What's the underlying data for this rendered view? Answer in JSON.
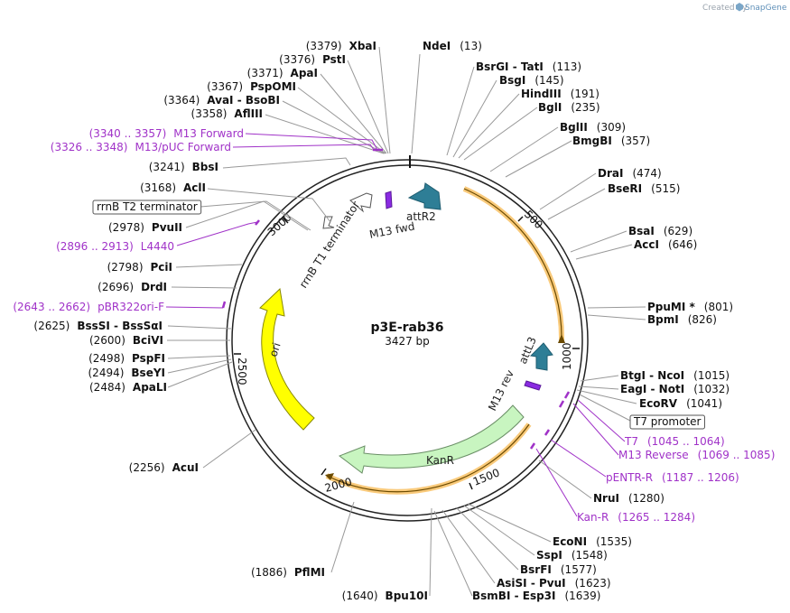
{
  "credit": {
    "prefix": "Created by",
    "brand": "SnapGene"
  },
  "plasmid": {
    "name": "p3E-rab36",
    "length_label": "3427 bp",
    "length": 3427
  },
  "ticks": [
    "500",
    "1000",
    "1500",
    "2000",
    "2500",
    "3000"
  ],
  "sites": [
    {
      "name": "XbaI",
      "pos": "(3379)"
    },
    {
      "name": "PstI",
      "pos": "(3376)"
    },
    {
      "name": "ApaI",
      "pos": "(3371)"
    },
    {
      "name": "PspOMI",
      "pos": "(3367)"
    },
    {
      "name": "AvaI - BsoBI",
      "pos": "(3364)"
    },
    {
      "name": "AflIII",
      "pos": "(3358)"
    },
    {
      "name": "BbsI",
      "pos": "(3241)"
    },
    {
      "name": "AclI",
      "pos": "(3168)"
    },
    {
      "name": "PvuII",
      "pos": "(2978)"
    },
    {
      "name": "PciI",
      "pos": "(2798)"
    },
    {
      "name": "DrdI",
      "pos": "(2696)"
    },
    {
      "name": "BssSI - BssSαI",
      "pos": "(2625)"
    },
    {
      "name": "BciVI",
      "pos": "(2600)"
    },
    {
      "name": "PspFI",
      "pos": "(2498)"
    },
    {
      "name": "BseYI",
      "pos": "(2494)"
    },
    {
      "name": "ApaLI",
      "pos": "(2484)"
    },
    {
      "name": "AcuI",
      "pos": "(2256)"
    },
    {
      "name": "PflMI",
      "pos": "(1886)"
    },
    {
      "name": "Bpu10I",
      "pos": "(1640)"
    },
    {
      "name": "NdeI",
      "pos": "(13)"
    },
    {
      "name": "BsrGI - TatI",
      "pos": "(113)"
    },
    {
      "name": "BsgI",
      "pos": "(145)"
    },
    {
      "name": "HindIII",
      "pos": "(191)"
    },
    {
      "name": "BglI",
      "pos": "(235)"
    },
    {
      "name": "BglII",
      "pos": "(309)"
    },
    {
      "name": "BmgBI",
      "pos": "(357)"
    },
    {
      "name": "DraI",
      "pos": "(474)"
    },
    {
      "name": "BseRI",
      "pos": "(515)"
    },
    {
      "name": "BsaI",
      "pos": "(629)"
    },
    {
      "name": "AccI",
      "pos": "(646)"
    },
    {
      "name": "PpuMI *",
      "pos": "(801)"
    },
    {
      "name": "BpmI",
      "pos": "(826)"
    },
    {
      "name": "BtgI - NcoI",
      "pos": "(1015)"
    },
    {
      "name": "EagI - NotI",
      "pos": "(1032)"
    },
    {
      "name": "EcoRV",
      "pos": "(1041)"
    },
    {
      "name": "NruI",
      "pos": "(1280)"
    },
    {
      "name": "EcoNI",
      "pos": "(1535)"
    },
    {
      "name": "SspI",
      "pos": "(1548)"
    },
    {
      "name": "BsrFI",
      "pos": "(1577)"
    },
    {
      "name": "AsiSI - PvuI",
      "pos": "(1623)"
    },
    {
      "name": "BsmBI - Esp3I",
      "pos": "(1639)"
    }
  ],
  "primers": [
    {
      "name": "M13 Forward",
      "pos": "(3340 .. 3357)"
    },
    {
      "name": "M13/pUC Forward",
      "pos": "(3326 .. 3348)"
    },
    {
      "name": "L4440",
      "pos": "(2896 .. 2913)"
    },
    {
      "name": "pBR322ori-F",
      "pos": "(2643 .. 2662)"
    },
    {
      "name": "T7",
      "pos": "(1045 .. 1064)"
    },
    {
      "name": "M13 Reverse",
      "pos": "(1069 .. 1085)"
    },
    {
      "name": "pENTR-R",
      "pos": "(1187 .. 1206)"
    },
    {
      "name": "Kan-R",
      "pos": "(1265 .. 1284)"
    }
  ],
  "boxed": [
    "rrnB T2 terminator",
    "T7 promoter"
  ],
  "features": [
    "attR2",
    "M13 fwd",
    "rrnB T1 terminator",
    "attL3",
    "M13 rev",
    "KanR",
    "ori"
  ],
  "colors": {
    "kanr": "#c8f5c0",
    "ori": "#ffff00",
    "att": "#2e7e96",
    "orf": "#f5a623",
    "primer": "#a032c8"
  }
}
